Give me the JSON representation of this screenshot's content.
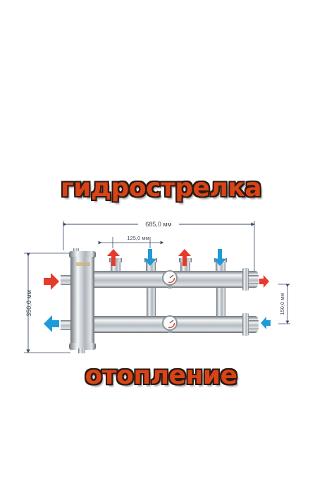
{
  "titles": {
    "top": "гидрострелка",
    "bottom": "отопление"
  },
  "dimensions": {
    "total_width": "685,0 мм",
    "pipe_spacing": "125,0 мм",
    "height": "350,0 мм",
    "pipe_distance": "150,0 мм"
  },
  "gauge_logo": "",
  "colors": {
    "title_fill": "#d84417",
    "title_outline": "#2a1a12",
    "arrow_hot": "#e53b2c",
    "arrow_cold": "#1f9bd8",
    "dimension_line": "#3a4a64",
    "steel_light": "#e8ecef",
    "steel_dark": "#7d858c"
  },
  "icons": [
    "arrow-up-red-icon",
    "arrow-down-blue-icon",
    "arrow-right-red-icon",
    "arrow-left-blue-icon",
    "pressure-gauge-icon"
  ]
}
